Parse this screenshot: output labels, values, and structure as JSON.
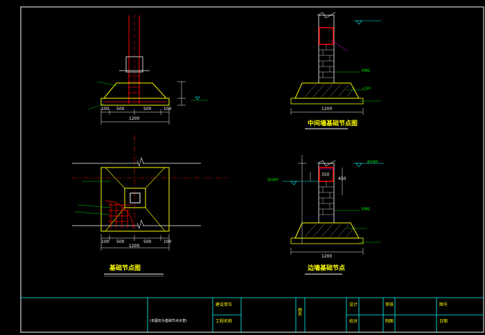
{
  "colors": {
    "background": "#000000",
    "frame": "#ffffff",
    "title_block": "#00ffff",
    "column_rebar": "#ff0000",
    "axis": "#ff0000",
    "dimension": "#ffffff",
    "footing": "#ffff00",
    "annotation_text": "#00ff00",
    "leader": "#ff00ff",
    "level_mark": "#00ffff",
    "title_text": "#ffff00"
  },
  "views": {
    "footing_section": {
      "dims": {
        "d1": "100",
        "d2": "500",
        "d3": "500",
        "d4": "100",
        "total": "1200"
      }
    },
    "footing_plan": {
      "title": "基础节点图",
      "dims": {
        "d1": "100",
        "d2": "500",
        "d3": "500",
        "d4": "100",
        "total": "1200"
      }
    },
    "middle_wall": {
      "title": "中间墙基础节点图",
      "dims": {
        "total": "1200"
      },
      "labels": {
        "l1": "-1.500",
        "l2": "防潮层"
      }
    },
    "edge_wall": {
      "title": "边墙基础节点",
      "dims": {
        "w": "350",
        "h": "450",
        "total": "1200"
      },
      "labels": {
        "l1": "室外地坪",
        "l2": "室内地坪",
        "l3": "防潮层"
      }
    }
  },
  "title_block": {
    "drawing_name": "(本图仅为基础节点示意)",
    "unit_label": "建设单位",
    "project_label": "工程名称",
    "figure_label": "图名",
    "design_label": "设计",
    "review_label": "审核",
    "check_label": "校对",
    "draw_label": "制图",
    "number_label": "图号",
    "date_label": "日期"
  }
}
